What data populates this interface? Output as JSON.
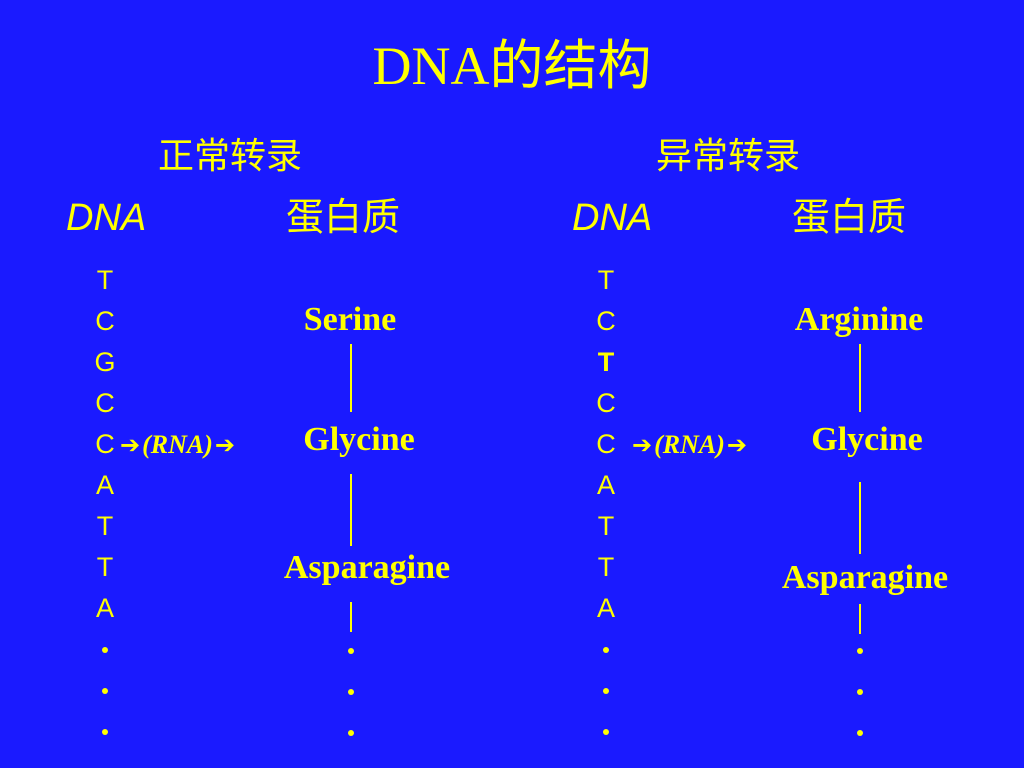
{
  "title": "DNA的结构",
  "colors": {
    "background": "#1a1aff",
    "text": "#ffff00"
  },
  "left": {
    "heading": "正常转录",
    "dna_label": "DNA",
    "protein_label": "蛋白质",
    "bases": [
      "T",
      "C",
      "G",
      "C",
      "C",
      "A",
      "T",
      "T",
      "A"
    ],
    "rna_label": "(RNA)",
    "amino_acids": [
      "Serine",
      "Glycine",
      "Asparagine"
    ]
  },
  "right": {
    "heading": "异常转录",
    "dna_label": "DNA",
    "protein_label": "蛋白质",
    "bases": [
      "T",
      "C",
      "T",
      "C",
      "C",
      "A",
      "T",
      "T",
      "A"
    ],
    "highlight_base_index": 2,
    "rna_label": "(RNA)",
    "amino_acids": [
      "Arginine",
      "Glycine",
      "Asparagine"
    ]
  }
}
